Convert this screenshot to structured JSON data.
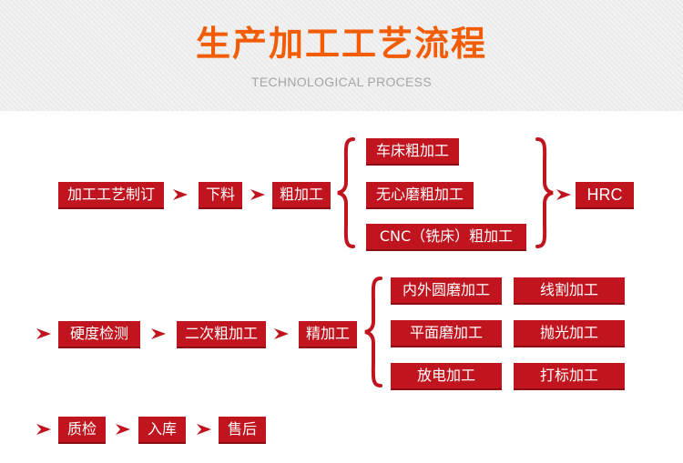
{
  "header": {
    "title": "生产加工工艺流程",
    "subtitle": "TECHNOLOGICAL PROCESS"
  },
  "colors": {
    "accent": "#f25c05",
    "box": "#c0141e",
    "text": "#ffffff"
  },
  "row1": {
    "steps": [
      "加工工艺制订",
      "下料",
      "粗加工"
    ],
    "branches": [
      "车床粗加工",
      "无心磨粗加工",
      "CNC（铣床）粗加工"
    ],
    "result": "HRC"
  },
  "row2": {
    "steps": [
      "硬度检测",
      "二次粗加工",
      "精加工"
    ],
    "branches_left": [
      "内外圆磨加工",
      "平面磨加工",
      "放电加工"
    ],
    "branches_right": [
      "线割加工",
      "抛光加工",
      "打标加工"
    ]
  },
  "row3": {
    "steps": [
      "质检",
      "入库",
      "售后"
    ]
  }
}
